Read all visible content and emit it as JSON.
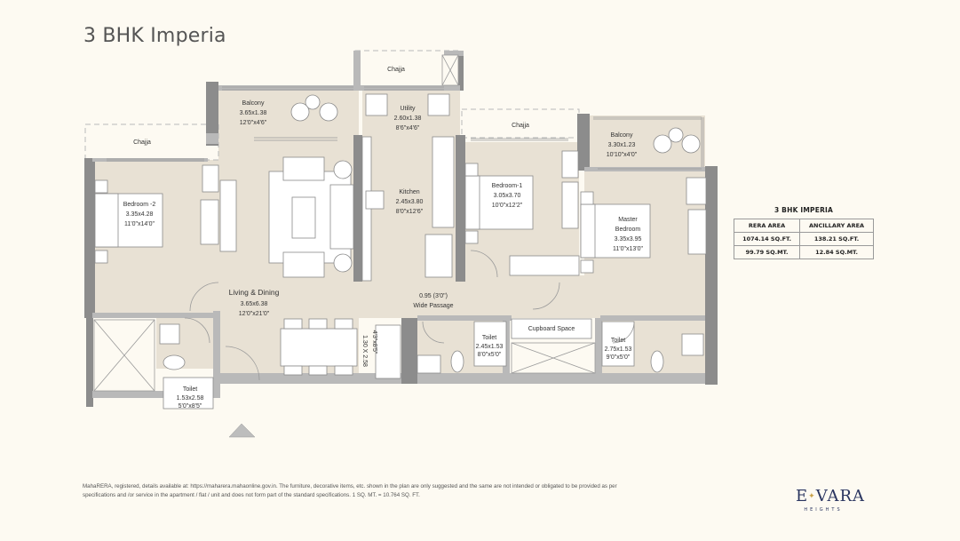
{
  "header": {
    "title": "3 BHK Imperia"
  },
  "rooms": {
    "balcony_top": {
      "name": "Balcony",
      "metric": "3.65x1.38",
      "imperial": "12'0\"x4'6\""
    },
    "chaja_top": {
      "name": "Chajja"
    },
    "utility": {
      "name": "Utility",
      "metric": "2.60x1.38",
      "imperial": "8'6\"x4'6\""
    },
    "chaja_left": {
      "name": "Chajja"
    },
    "chaja_mid": {
      "name": "Chajja"
    },
    "balcony_right": {
      "name": "Balcony",
      "metric": "3.30x1.23",
      "imperial": "10'10\"x4'0\""
    },
    "bedroom2": {
      "name": "Bedroom -2",
      "metric": "3.35x4.28",
      "imperial": "11'0\"x14'0\""
    },
    "kitchen": {
      "name": "Kitchen",
      "metric": "2.45x3.80",
      "imperial": "8'0\"x12'6\""
    },
    "bedroom1": {
      "name": "Bedroom-1",
      "metric": "3.05x3.70",
      "imperial": "10'0\"x12'2\""
    },
    "master": {
      "name_line1": "Master",
      "name_line2": "Bedroom",
      "metric": "3.35x3.95",
      "imperial": "11'0\"x13'0\""
    },
    "living": {
      "name": "Living & Dining",
      "metric": "3.65x6.38",
      "imperial": "12'0\"x21'0\""
    },
    "passage": {
      "size": "0.95 (3'0\")",
      "name": "Wide Passage"
    },
    "dining_table": {
      "metric": "1.30 X 2.58",
      "imperial": "4'3\"x8'5\""
    },
    "toilet_left": {
      "name": "Toilet",
      "metric": "1.53x2.58",
      "imperial": "5'0\"x8'5\""
    },
    "toilet_mid": {
      "name": "Toilet",
      "metric": "2.45x1.53",
      "imperial": "8'0\"x5'0\""
    },
    "toilet_right": {
      "name": "Toilet",
      "metric": "2.75x1.53",
      "imperial": "9'0\"x5'0\""
    },
    "cupboard": {
      "name": "Cupboard Space"
    }
  },
  "area_table": {
    "title": "3 BHK IMPERIA",
    "headers": [
      "RERA AREA",
      "ANCILLARY AREA"
    ],
    "rows": [
      [
        "1074.14 SQ.FT.",
        "138.21 SQ.FT."
      ],
      [
        "99.79 SQ.MT.",
        "12.84 SQ.MT."
      ]
    ]
  },
  "disclaimer": "MahaRERA, registered, details available at: https://maharera.mahaonline.gov.in. The furniture, decorative items, etc. shown in the plan are only suggested and the same are not intended or obligated to be provided as per specifications and /or service in the apartment / flat / unit and does not form part of the standard specifications. 1 SQ. MT. = 10.764 SQ. FT.",
  "brand": {
    "name": "EVARA",
    "sub": "HEIGHTS",
    "icon": "star-icon"
  },
  "colors": {
    "background": "#fdfaf2",
    "floor": "#e8e1d4",
    "wall_dark": "#8c8c8c",
    "wall_light": "#b9b9b9",
    "brand_navy": "#2a3560",
    "brand_gold": "#c9a24a"
  }
}
